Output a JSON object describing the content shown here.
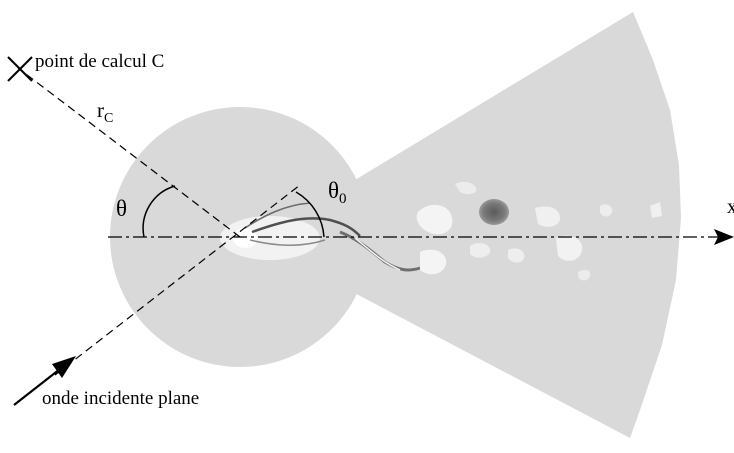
{
  "labels": {
    "point": "point de calcul C",
    "r_main": "r",
    "r_sub": "C",
    "theta": "θ",
    "theta0_main": "θ",
    "theta0_sub": "0",
    "axis_x": "x",
    "incident": "onde incidente plane"
  },
  "colors": {
    "domain_fill": "#d9d9d9",
    "wake_dark": "#6f6f6f",
    "wake_light": "#f2f2f2",
    "line": "#000000"
  }
}
